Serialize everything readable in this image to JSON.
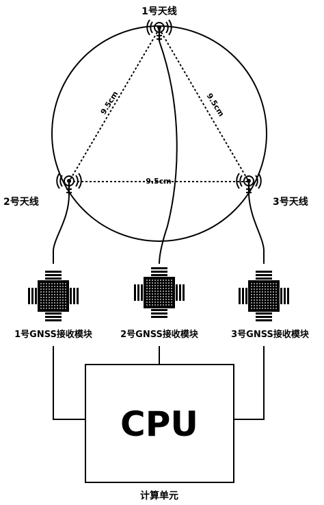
{
  "antennas": [
    {
      "label": "1号天线"
    },
    {
      "label": "2号天线"
    },
    {
      "label": "3号天线"
    }
  ],
  "distances": [
    "9.5cm",
    "9.5cm",
    "9.5cm"
  ],
  "modules": [
    {
      "label": "1号GNSS接收模块"
    },
    {
      "label": "2号GNSS接收模块"
    },
    {
      "label": "3号GNSS接收模块"
    }
  ],
  "cpu": {
    "label": "CPU",
    "caption": "计算单元"
  },
  "icons": {
    "antenna": "antenna-icon",
    "chip": "chip-icon"
  }
}
